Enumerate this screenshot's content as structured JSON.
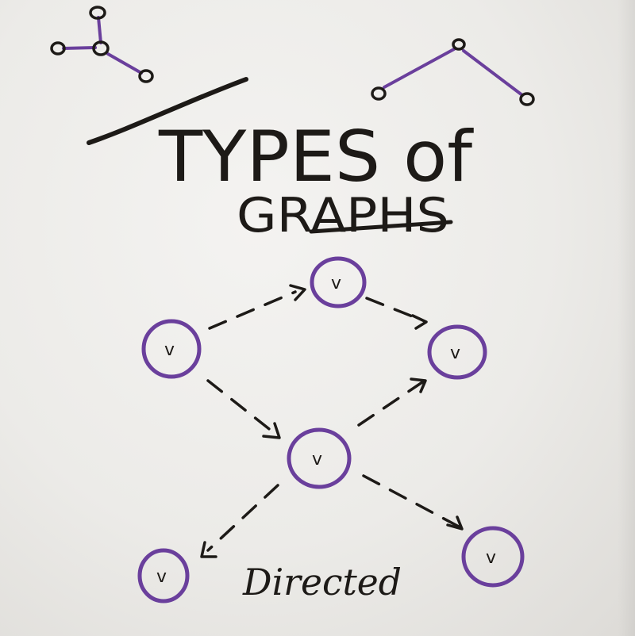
{
  "title": {
    "line1": "TYPES of",
    "line2": "GRAPHS"
  },
  "caption": "Directed",
  "node_mark": "v",
  "colors": {
    "ink": "#1d1a17",
    "marker_purple": "#6a3f9c",
    "board": "#ecebe8"
  },
  "diagrams": [
    {
      "name": "undirected-star-sketch",
      "nodes": 4,
      "edges": 3
    },
    {
      "name": "undirected-path-sketch",
      "nodes": 3,
      "edges": 2
    },
    {
      "name": "directed-graph",
      "nodes": 6,
      "edges": 6,
      "edge_style": "dashed-arrow"
    }
  ]
}
